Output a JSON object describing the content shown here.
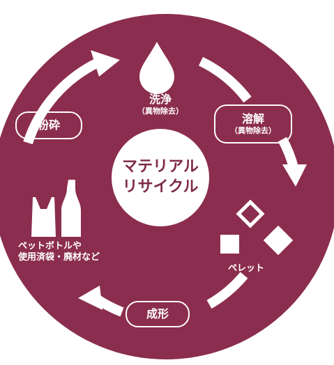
{
  "center": {
    "line1": "マテリアル",
    "line2": "リサイクル"
  },
  "steps": {
    "wash": {
      "label": "洗浄",
      "note": "（異物除去）",
      "icon": "water-drop-icon"
    },
    "dissolve": {
      "label": "溶解",
      "note": "（異物除去）"
    },
    "pellet": {
      "label": "ペレット",
      "icon": "pellet-cubes-icon"
    },
    "molding": {
      "label": "成形"
    },
    "crush": {
      "label": "粉砕"
    },
    "source": {
      "line1": "ペットボトルや",
      "line2": "使用済袋・廃材など",
      "icon": "bottle-and-bag-icon"
    }
  },
  "colors": {
    "circle": "#8b2d4e",
    "center": "#ffffff",
    "side_panel": "#5c2337",
    "text": "#ffffff"
  }
}
